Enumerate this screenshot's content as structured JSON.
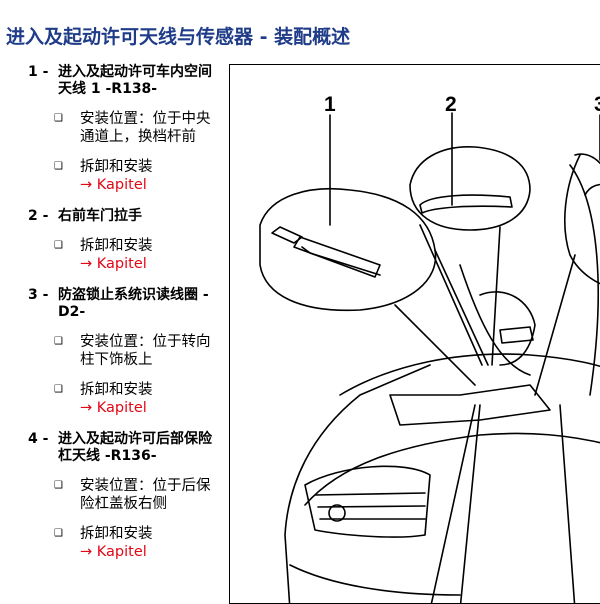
{
  "page": {
    "title": "进入及起动许可天线与传感器 - 装配概述"
  },
  "items": [
    {
      "number": "1 -",
      "title": "进入及起动许可车内空间天线 1 -R138-",
      "subs": [
        {
          "text": "安装位置：位于中央通道上，换档杆前",
          "link": ""
        },
        {
          "text": "拆卸和安装",
          "link": "→ Kapitel"
        }
      ]
    },
    {
      "number": "2 -",
      "title": "右前车门拉手",
      "subs": [
        {
          "text": "拆卸和安装",
          "link": "→ Kapitel"
        }
      ]
    },
    {
      "number": "3 -",
      "title": "防盗锁止系统识读线圈 -D2-",
      "subs": [
        {
          "text": "安装位置：位于转向柱下饰板上",
          "link": ""
        },
        {
          "text": "拆卸和安装",
          "link": "→ Kapitel"
        }
      ]
    },
    {
      "number": "4 -",
      "title": "进入及起动许可后部保险杠天线 -R136-",
      "subs": [
        {
          "text": "安装位置：位于后保险杠盖板右侧",
          "link": ""
        },
        {
          "text": "拆卸和安装",
          "link": "→ Kapitel"
        }
      ]
    }
  ],
  "figure": {
    "callouts": [
      "1",
      "2",
      "3"
    ]
  },
  "icons": {
    "bullet": "square-bullet-icon"
  }
}
